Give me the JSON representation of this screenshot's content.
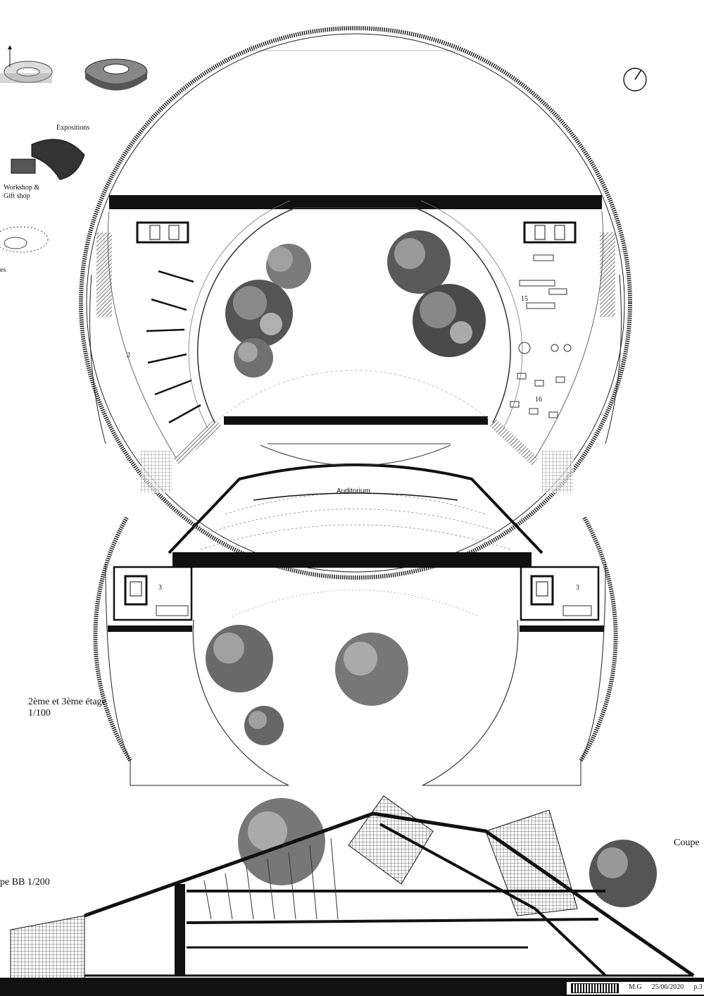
{
  "diagram_labels": {
    "axo_expositions": "Expositions",
    "axo_workshop": "Workshop &",
    "axo_giftshop": "Gift shop",
    "axo_partial": "es",
    "auditorium": "Auditorium",
    "room_2": "2",
    "room_15": "15",
    "room_16": "16",
    "room_3_left": "3",
    "room_3_right": "3"
  },
  "plan_title": {
    "line1": "2ème et 3ème étage",
    "line2": "1/100"
  },
  "section_labels": {
    "left": "pe BB   1/200",
    "right": "Coupe"
  },
  "footer": {
    "author": "M.G",
    "date": "25/06/2020",
    "page": "p.3"
  }
}
